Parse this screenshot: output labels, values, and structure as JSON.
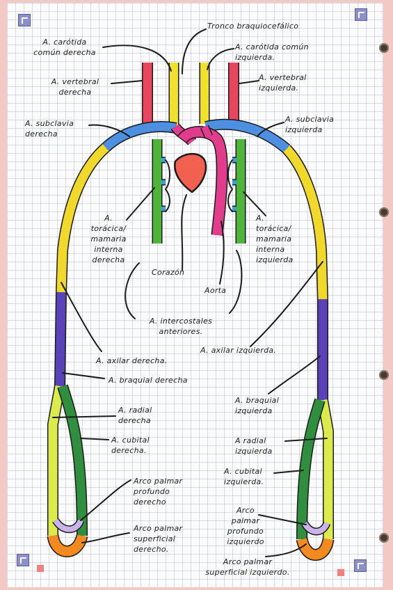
{
  "labels": {
    "tronco": "Tronco braquiocefálico",
    "carotida_der": "A. carótida\ncomún derecha",
    "carotida_izq": "A. carótida común\nizquierda.",
    "vertebral_der": "A. vertebral\nderecha",
    "vertebral_izq": "A. vertebral\nizquierda.",
    "subclavia_der": "A. subclavia\nderecha",
    "subclavia_izq": "A. subclavia\nizquierda",
    "toracica_der": "A.\ntorácica/\nmamaria\ninterna\nderecha",
    "toracica_izq": "A.\ntorácica/\nmamaria\ninterna\nizquierda",
    "corazon": "Corazón",
    "aorta": "Aorta",
    "intercostales": "A. intercostales\nanteriores.",
    "axilar_izq": "A. axilar izquierda.",
    "axilar_der": "A. axilar derecha.",
    "braquial_der": "A. braquial derecha",
    "braquial_izq": "A. braquial\nizquierda",
    "radial_der": "A. radial\nderecha",
    "cubital_der": "A. cubital\nderecha.",
    "radial_izq": "A radial\nizquierda",
    "cubital_izq": "A. cubital\nizquierda.",
    "arco_prof_der": "Arco palmar\nprofundo\nderecho",
    "arco_sup_der": "Arco palmar\nsuperficial\nderecho.",
    "arco_prof_izq": "Arco\npalmar\nprofundo\nizquierdo",
    "arco_sup_izq": "Arco palmar\nsuperficial izquierdo."
  },
  "colors": {
    "vertebral": "#e8455f",
    "carotid": "#f2e12c",
    "subclavian": "#4d8fe0",
    "axillary": "#f0d92a",
    "brachial": "#5a43b8",
    "radial": "#dceb4c",
    "ulnar": "#2f8f3e",
    "deep_arch": "#c9b3ea",
    "superficial_arch": "#f28a1f",
    "heart": "#f2604f",
    "aorta": "#e23d8d",
    "thoracic": "#4fb53a",
    "thoracic_branch": "#3aa0d8",
    "outline": "#1a1a1a"
  }
}
